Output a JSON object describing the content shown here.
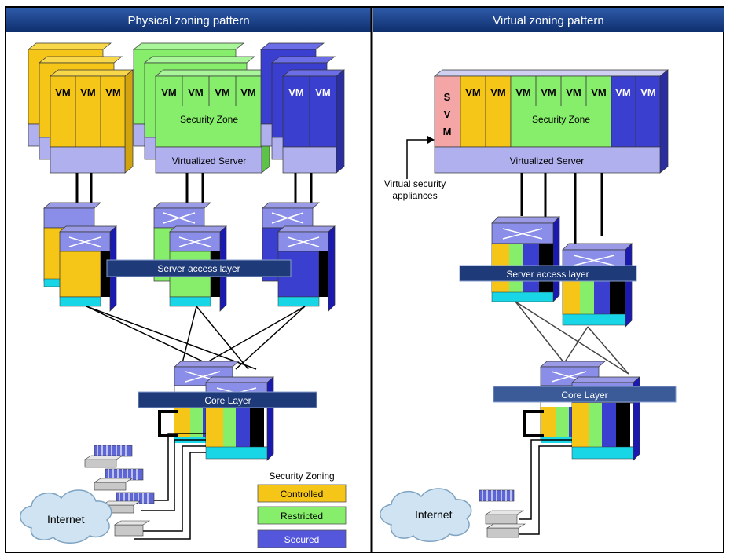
{
  "left_panel": {
    "title": "Physical zoning pattern",
    "vm_label": "VM",
    "security_zone_label": "Security Zone",
    "virtualized_server_label": "Virtualized Server",
    "server_access_label": "Server access layer",
    "core_label": "Core Layer",
    "internet_label": "Internet",
    "legend": {
      "title": "Security Zoning",
      "items": [
        {
          "label": "Controlled",
          "color": "#f5c518"
        },
        {
          "label": "Restricted",
          "color": "#86ee6a"
        },
        {
          "label": "Secured",
          "color": "#5457dc"
        }
      ]
    }
  },
  "right_panel": {
    "title": "Virtual zoning pattern",
    "svm_letters": [
      "S",
      "V",
      "M"
    ],
    "vm_label": "VM",
    "security_zone_label": "Security Zone",
    "virtualized_server_label": "Virtualized Server",
    "virtual_security_label_line1": "Virtual security",
    "virtual_security_label_line2": "appliances",
    "server_access_label": "Server access layer",
    "core_label": "Core Layer",
    "internet_label": "Internet"
  },
  "colors": {
    "header": "#123a7c",
    "controlled": "#f5c518",
    "restricted": "#86ee6a",
    "secured": "#3b3fd0",
    "server_base": "#b0b0ee",
    "svm": "#f4a6a6",
    "label_bar": "#1e3a78",
    "cyan": "#19d6e6"
  }
}
